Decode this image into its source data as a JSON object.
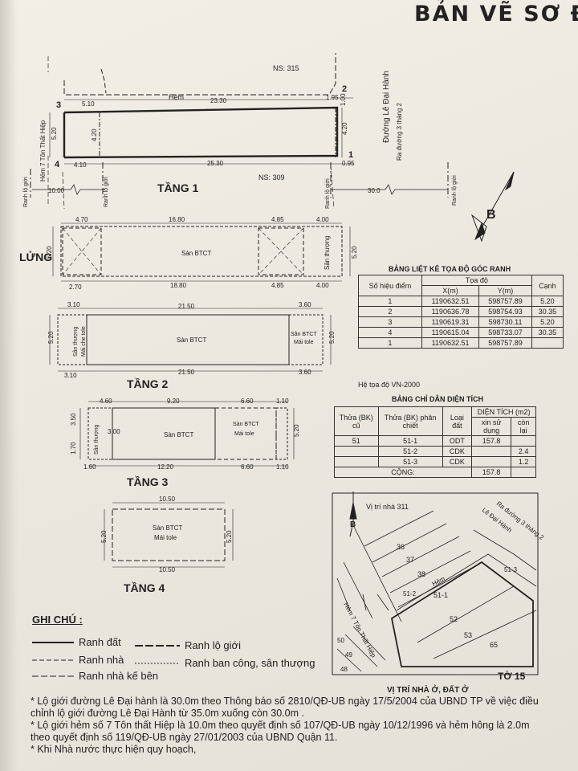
{
  "title": "BẢN VẼ SƠ Đ",
  "floor1": {
    "label": "TẦNG 1",
    "alley": "Hẻm",
    "ns_top": "NS: 315",
    "ns_bottom": "NS: 309",
    "street": "Đường Lê Đại Hành",
    "street_note": "Ra đường 3 tháng 2",
    "alley_side": "Hẻm 7 Tôn Thất Hiệp",
    "setback": "Ranh lộ giới",
    "points": [
      "1",
      "2",
      "3",
      "4"
    ],
    "dims": [
      "5.10",
      "23.30",
      "1.95",
      "1.00",
      "4.20",
      "4.20",
      "5.20",
      "4.10",
      "25.30",
      "0.95",
      "10.00",
      "30.0"
    ]
  },
  "mezzanine": {
    "label": "LỬNG",
    "slab": "Sàn BTCT",
    "terrace": "Sân thượng",
    "dims": [
      "4.70",
      "16.80",
      "4.85",
      "4.00",
      "5.20",
      "2.70",
      "18.80",
      "4.85",
      "4.00",
      "5.20"
    ]
  },
  "floor2": {
    "label": "TẦNG 2",
    "slab": "Sàn BTCT",
    "left_labels": [
      "Sân thượng",
      "Mái che tole"
    ],
    "right_labels": [
      "Sân BTCT",
      "Mái tole"
    ],
    "dims": [
      "3.10",
      "21.50",
      "3.60",
      "5.20",
      "5.20",
      "3.10",
      "21.50",
      "3.60"
    ]
  },
  "floor3": {
    "label": "TẦNG 3",
    "slab": "Sàn BTCT",
    "terrace": "Sân thượng",
    "right_labels": [
      "Sàn BTCT",
      "Mái tole"
    ],
    "dims": [
      "4.60",
      "9.20",
      "6.60",
      "1.10",
      "3.50",
      "3.00",
      "1.70",
      "5.20",
      "1.60",
      "12.20",
      "6.60",
      "1.10"
    ]
  },
  "floor4": {
    "label": "TẦNG 4",
    "labels": [
      "Sàn BTCT",
      "Mái tole"
    ],
    "dims": [
      "10.50",
      "5.20",
      "5.20",
      "10.50"
    ]
  },
  "coord_table": {
    "caption": "BẢNG LIỆT KÊ TỌA ĐỘ GÓC RANH",
    "h_point": "Số hiệu điểm",
    "h_coord": "Tọa độ",
    "h_x": "X(m)",
    "h_y": "Y(m)",
    "h_edge": "Cạnh",
    "rows": [
      {
        "p": "1",
        "x": "1190632.51",
        "y": "598757.89",
        "e": "5.20"
      },
      {
        "p": "2",
        "x": "1190636.78",
        "y": "598754.93",
        "e": "30.35"
      },
      {
        "p": "3",
        "x": "1190619.31",
        "y": "598730.11",
        "e": "5.20"
      },
      {
        "p": "4",
        "x": "1190615.04",
        "y": "598733.07",
        "e": "30.35"
      },
      {
        "p": "1",
        "x": "1190632.51",
        "y": "598757.89",
        "e": ""
      }
    ],
    "system": "Hệ tọa độ VN-2000"
  },
  "area_table": {
    "caption": "BẢNG CHỈ DẪN DIỆN TÍCH",
    "h_old": "Thửa (BK) cũ",
    "h_split": "Thửa (BK) phân chiết",
    "h_type": "Loại đất",
    "h_area": "DIỆN TÍCH (m2)",
    "h_use": "xin sử dụng",
    "h_rest": "còn lại",
    "rows": [
      {
        "old": "51",
        "split": "51-1",
        "type": "ODT",
        "use": "157.8",
        "rest": ""
      },
      {
        "old": "",
        "split": "51-2",
        "type": "CDK",
        "use": "",
        "rest": "2.4"
      },
      {
        "old": "",
        "split": "51-3",
        "type": "CDK",
        "use": "",
        "rest": "1.2"
      }
    ],
    "total_label": "CỘNG:",
    "total": "157.8"
  },
  "location_map": {
    "label": "Vị trí nhà 311",
    "street": "Lê Đại Hành",
    "street_note": "Ra đường 3 tháng 2",
    "alley": "Hẻm",
    "alley_side": "Hẻm 7 Tôn Thất Hiệp",
    "lots": [
      "36",
      "37",
      "38",
      "51-2",
      "51-1",
      "51-3",
      "52",
      "53",
      "65",
      "50",
      "49",
      "48"
    ],
    "sheet": "TỜ 15",
    "caption": "VỊ TRÍ NHÀ Ở, ĐẤT Ở",
    "north": "B"
  },
  "north": "B",
  "legend": {
    "title": "GHI CHÚ :",
    "items": [
      "Ranh đất",
      "Ranh lộ giới",
      "Ranh nhà",
      "Ranh ban công, sân thượng",
      "Ranh nhà kế bên"
    ]
  },
  "notes": [
    "* Lộ giới đường Lê Đại hành là 30.0m theo Thông báo số 2810/QĐ-UB ngày 17/5/2004 của UBND TP về việc điều chỉnh lộ giới đường Lê Đại Hành từ 35.0m xuống còn 30.0m .",
    "* Lộ giới hẻm số 7 Tôn thất Hiệp là 10.0m theo quyết định số 107/QĐ-UB ngày 10/12/1996 và hẻm hông là 2.0m theo quyết định số 119/QĐ-UB ngày 27/01/2003 của UBND Quận 11.",
    "* Khi Nhà nước thực hiện quy hoạch,"
  ]
}
